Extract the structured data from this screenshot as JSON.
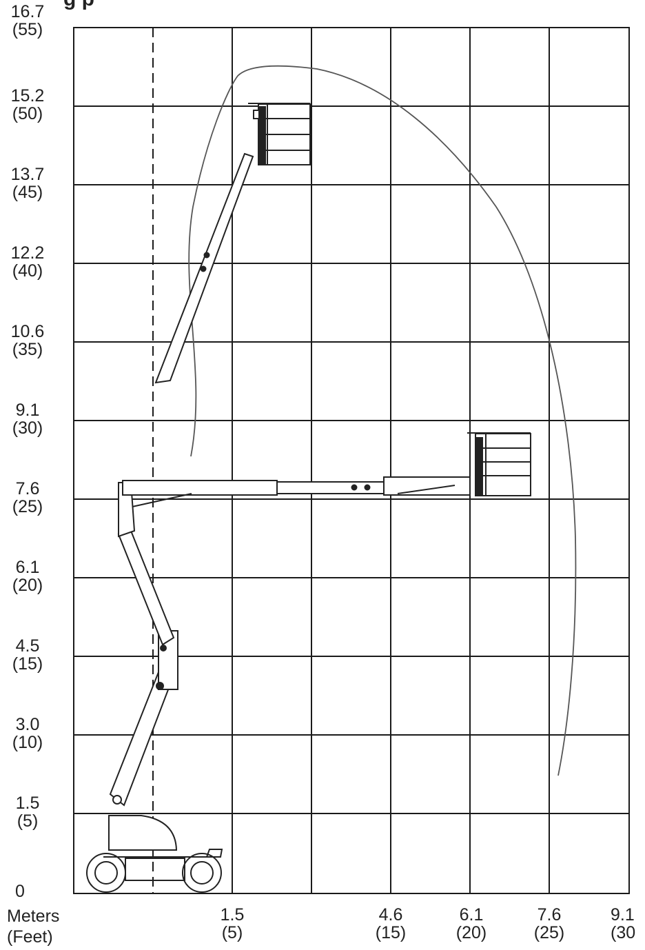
{
  "title_fragment": "g    p",
  "y_axis": {
    "labels": [
      {
        "m": "16.7",
        "ft": "(55)"
      },
      {
        "m": "15.2",
        "ft": "(50)"
      },
      {
        "m": "13.7",
        "ft": "(45)"
      },
      {
        "m": "12.2",
        "ft": "(40)"
      },
      {
        "m": "10.6",
        "ft": "(35)"
      },
      {
        "m": "9.1",
        "ft": "(30)"
      },
      {
        "m": "7.6",
        "ft": "(25)"
      },
      {
        "m": "6.1",
        "ft": "(20)"
      },
      {
        "m": "4.5",
        "ft": "(15)"
      },
      {
        "m": "3.0",
        "ft": "(10)"
      },
      {
        "m": "1.5",
        "ft": "(5)"
      },
      {
        "m": "0",
        "ft": ""
      }
    ]
  },
  "x_axis": {
    "unit_m": "Meters",
    "unit_ft": "(Feet)",
    "labels": [
      {
        "m": "1.5",
        "ft": "(5)"
      },
      {
        "m": "4.6",
        "ft": "(15)"
      },
      {
        "m": "6.1",
        "ft": "(20)"
      },
      {
        "m": "7.6",
        "ft": "(25)"
      },
      {
        "m": "9.1",
        "ft": "(30"
      }
    ]
  },
  "colors": {
    "grid": "#1a1a1a",
    "line": "#222222",
    "envelope": "#555555"
  }
}
